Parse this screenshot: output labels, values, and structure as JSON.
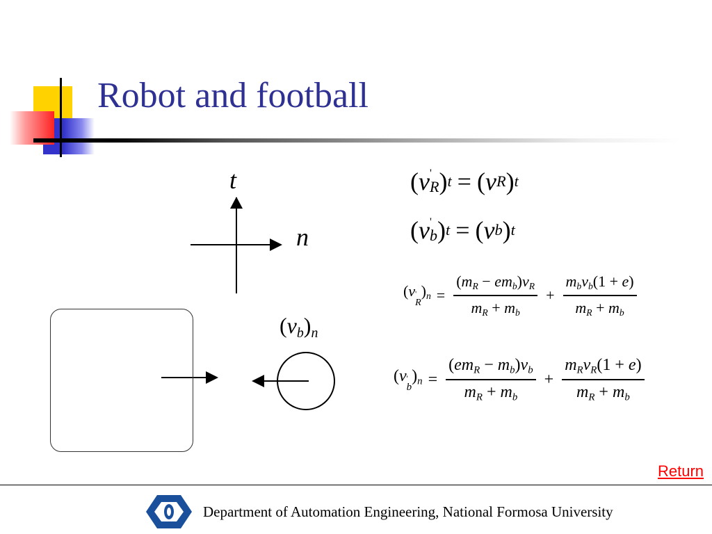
{
  "slide": {
    "title": "Robot and football",
    "return_label": "Return",
    "footer_text": "Department of Automation Engineering, National Formosa University",
    "colors": {
      "title": "#2e3192",
      "deco_yellow": "#ffd200",
      "deco_red": "#ff3333",
      "deco_blue": "#3333cc",
      "return_link": "#ff0000",
      "logo_blue": "#1a4f9c"
    }
  },
  "diagram": {
    "axis_t_label": "t",
    "axis_n_label": "n",
    "ball_velocity_label": {
      "v": "v",
      "sub": "b",
      "outer_sub": "n"
    }
  },
  "equations": {
    "eq1": {
      "lhs_v": "v",
      "lhs_sub": "R",
      "prime": "'",
      "lhs_outer": "t",
      "rhs_v": "v",
      "rhs_sub": "R",
      "rhs_outer": "t"
    },
    "eq2": {
      "lhs_v": "v",
      "lhs_sub": "b",
      "prime": "'",
      "lhs_outer": "t",
      "rhs_v": "v",
      "rhs_sub": "b",
      "rhs_outer": "t"
    },
    "eq3": {
      "lhs_v": "v",
      "lhs_sub": "R",
      "prime": "'",
      "lhs_outer": "n",
      "num1_open": "(",
      "num1_m1": "m",
      "num1_m1_sub": "R",
      "num1_minus": "−",
      "num1_em": "em",
      "num1_em_sub": "b",
      "num1_close": ")",
      "num1_v": "v",
      "num1_v_sub": "R",
      "den": {
        "m1": "m",
        "m1_sub": "R",
        "plus": "+",
        "m2": "m",
        "m2_sub": "b"
      },
      "num2_m": "m",
      "num2_m_sub": "b",
      "num2_v": "v",
      "num2_v_sub": "b",
      "num2_paren": "(1 + ",
      "num2_e": "e",
      "num2_close": ")"
    },
    "eq4": {
      "lhs_v": "v",
      "lhs_sub": "b",
      "prime": "'",
      "lhs_outer": "n",
      "num1_open": "(",
      "num1_em": "em",
      "num1_em_sub": "R",
      "num1_minus": "−",
      "num1_m": "m",
      "num1_m_sub": "b",
      "num1_close": ")",
      "num1_v": "v",
      "num1_v_sub": "b",
      "den": {
        "m1": "m",
        "m1_sub": "R",
        "plus": "+",
        "m2": "m",
        "m2_sub": "b"
      },
      "num2_m": "m",
      "num2_m_sub": "R",
      "num2_v": "v",
      "num2_v_sub": "R",
      "num2_paren": "(1 + ",
      "num2_e": "e",
      "num2_close": ")"
    }
  }
}
